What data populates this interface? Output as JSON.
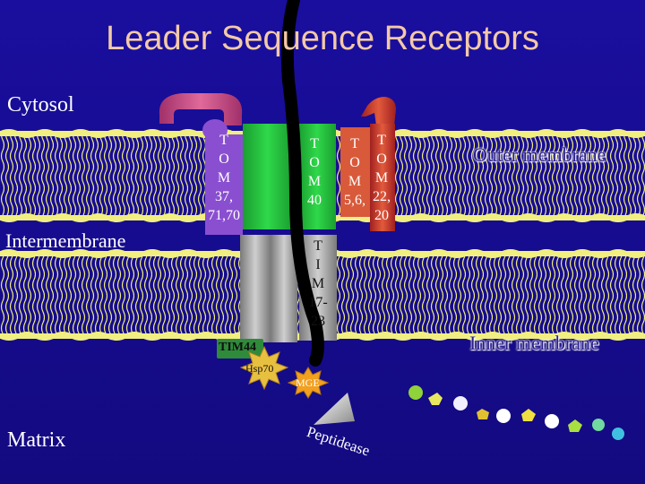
{
  "title": "Leader Sequence Receptors",
  "regions": {
    "cytosol": "Cytosol",
    "intermembrane": "Intermembrane",
    "matrix": "Matrix"
  },
  "membranes": {
    "outer": "Outer membrane",
    "inner": "Inner membrane"
  },
  "proteins": {
    "tom37_70": [
      "T",
      "O",
      "M",
      "37,",
      "71,70"
    ],
    "tom40": [
      "T",
      "O",
      "M",
      "40"
    ],
    "tom5_6": [
      "T",
      "O",
      "M",
      "5,6,"
    ],
    "tom22_20": [
      "T",
      "O",
      "M",
      "22,",
      "20"
    ],
    "tim17_23": [
      "T",
      "I",
      "M",
      "17-",
      "23"
    ],
    "tim44": "TIM44",
    "hsp70": "Hsp70",
    "mge": "MGE",
    "peptidase": "Peptidease"
  },
  "colors": {
    "background": "#1b11a8",
    "membrane_yellow": "#f1ef80",
    "tom_green": "#22c23c",
    "tim_gray": "#a8a8a8",
    "receptor_red": "#d04040",
    "tom37_purple": "#8a4fd0",
    "peptide_black": "#000000",
    "title_color": "#f3c9a8"
  },
  "icons": [
    "peptide-chain",
    "hsp70-star",
    "mge-star",
    "peptidase-wedge",
    "amino-acid-beads"
  ]
}
